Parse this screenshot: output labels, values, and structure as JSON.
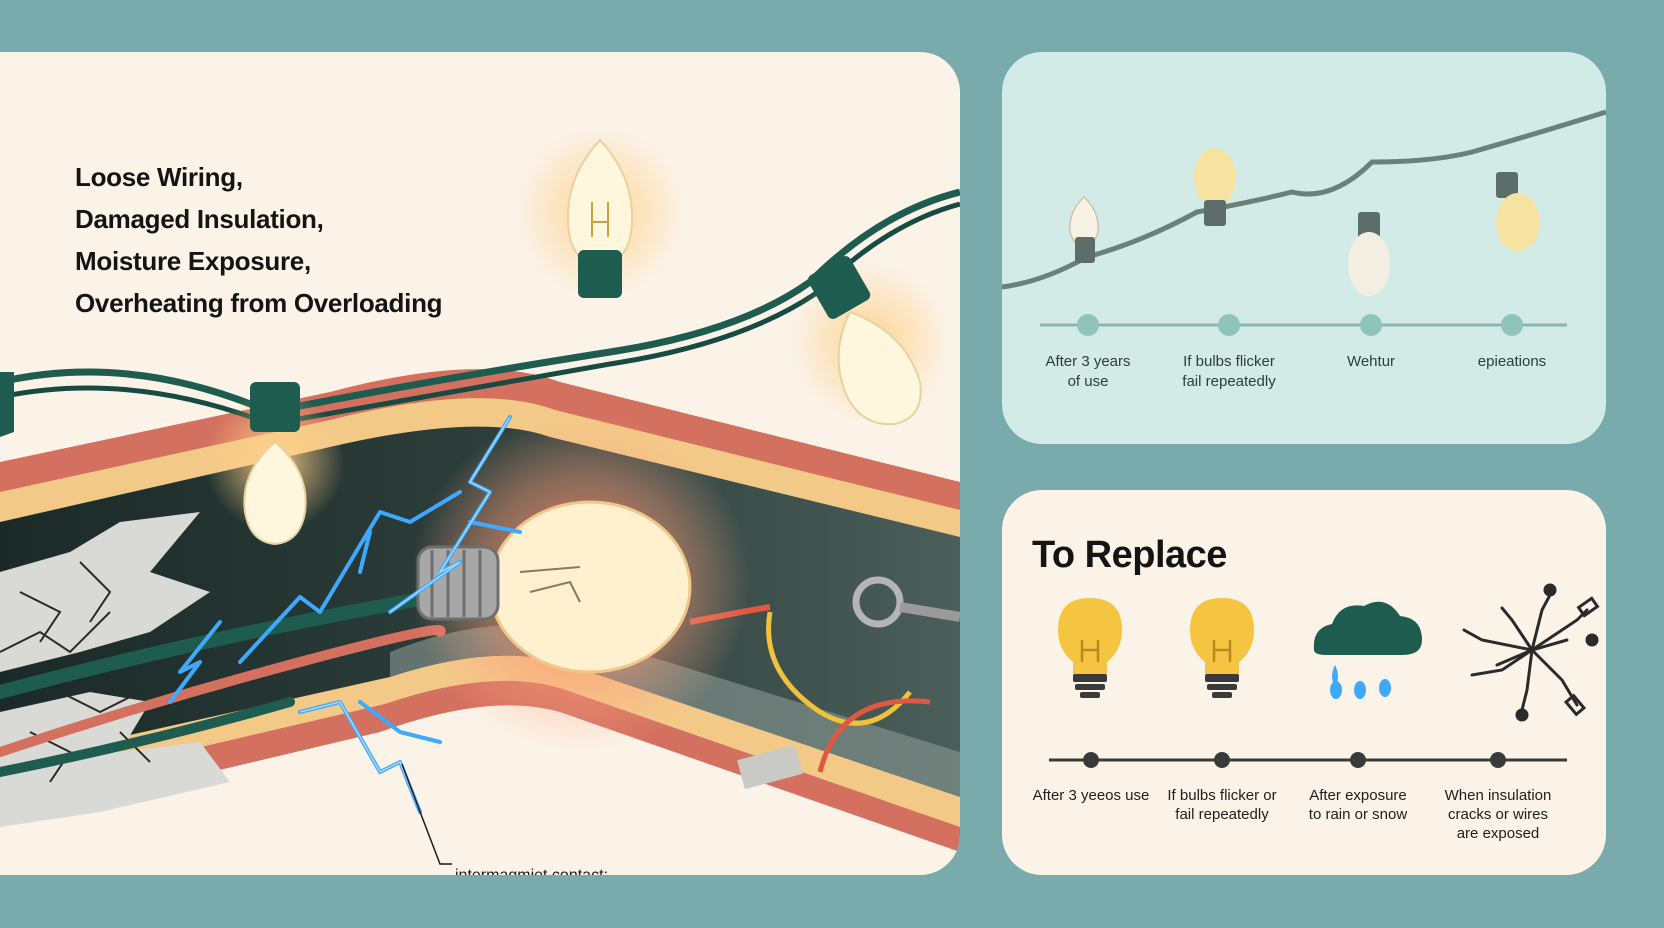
{
  "causes": {
    "lines": [
      "Loose Wiring,",
      "Damaged Insulation,",
      "Moisture Exposure,",
      "Overheating from Overloading"
    ]
  },
  "callout_text": "intermagmiet contact:",
  "timeline_top": {
    "labels": [
      [
        "After 3 years",
        "of use"
      ],
      [
        "If bulbs flicker",
        "fail repeatedly"
      ],
      [
        "Wehtur"
      ],
      [
        "epieations"
      ]
    ]
  },
  "replace": {
    "title": "To Replace",
    "labels": [
      [
        "After 3 yeeos use"
      ],
      [
        "If bulbs flicker or",
        "fail repeatedly"
      ],
      [
        "After exposure",
        "to rain or snow"
      ],
      [
        "When insulation",
        "cracks or wires",
        "are exposed"
      ]
    ],
    "icons": [
      "lightbulb-icon",
      "lightbulb-icon",
      "rain-cloud-icon",
      "frayed-wire-icon"
    ]
  },
  "colors": {
    "background": "#7aabac",
    "cable_green": "#1e5c4f",
    "insulation_red": "#d4705f",
    "spark_blue": "#3fa9ff",
    "bulb_yellow": "#f5c542"
  }
}
